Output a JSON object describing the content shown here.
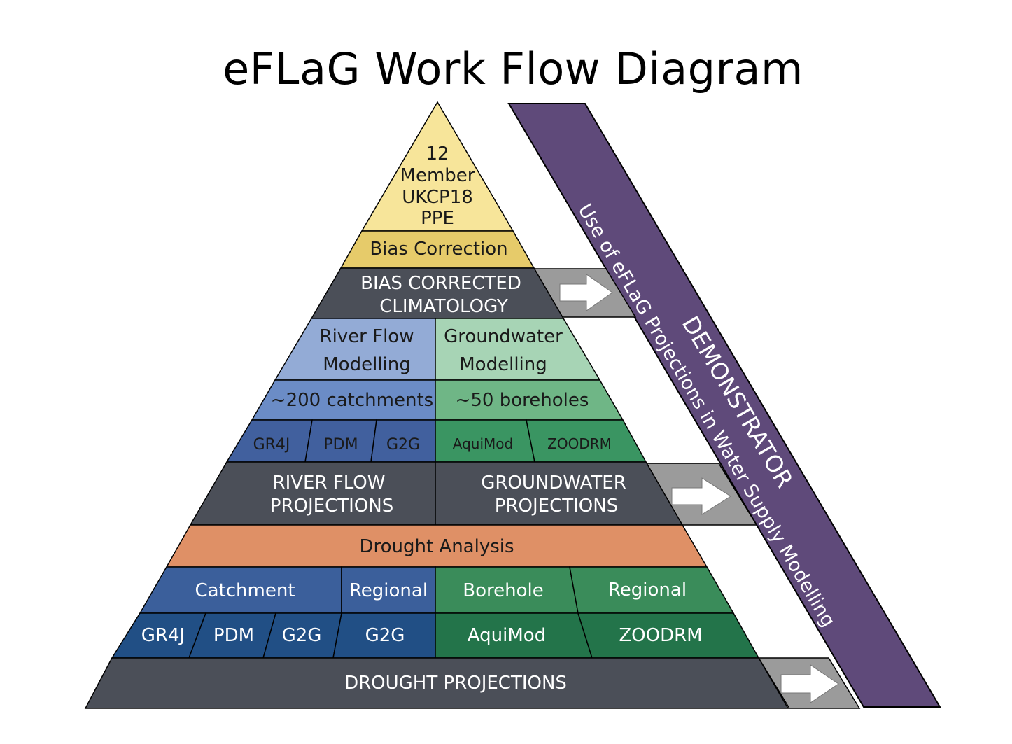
{
  "title": "eFLaG Work Flow Diagram",
  "apex": {
    "line1": "12",
    "line2": "Member",
    "line3": "UKCP18",
    "line4": "PPE"
  },
  "bias_correction": "Bias Correction",
  "bias_corrected": {
    "line1": "BIAS CORRECTED",
    "line2": "CLIMATOLOGY"
  },
  "river_modelling": {
    "line1": "River Flow",
    "line2": "Modelling"
  },
  "gw_modelling": {
    "line1": "Groundwater",
    "line2": "Modelling"
  },
  "catchments": "~200 catchments",
  "boreholes": "~50 boreholes",
  "river_models": [
    "GR4J",
    "PDM",
    "G2G"
  ],
  "gw_models": [
    "AquiMod",
    "ZOODRM"
  ],
  "river_projections": {
    "line1": "RIVER FLOW",
    "line2": "PROJECTIONS"
  },
  "gw_projections": {
    "line1": "GROUNDWATER",
    "line2": "PROJECTIONS"
  },
  "drought_analysis": "Drought Analysis",
  "drought_groups": {
    "catchment": "Catchment",
    "regional_river": "Regional",
    "borehole": "Borehole",
    "regional_gw": "Regional"
  },
  "drought_models": {
    "gr4j": "GR4J",
    "pdm": "PDM",
    "g2g": "G2G",
    "g2g_regional": "G2G",
    "aquimod": "AquiMod",
    "zoodrm": "ZOODRM"
  },
  "drought_projections": "DROUGHT PROJECTIONS",
  "demonstrator": {
    "title": "DEMONSTRATOR",
    "subtitle": "Use of eFLaG Projections in Water Supply Modelling"
  },
  "colors": {
    "apex": "#f7e59a",
    "bias": "#e6cb6a",
    "dark_band": "#4b4f58",
    "river_light": "#93abd6",
    "gw_light": "#a7d4b5",
    "river_mid": "#6b8cc6",
    "gw_mid": "#6fb686",
    "river_deep": "#41609e",
    "gw_deep": "#3a9562",
    "drought": "#df9066",
    "river_group": "#3b5f9b",
    "gw_group": "#3a8c5a",
    "river_models": "#214f85",
    "gw_models": "#23744a",
    "demonstrator": "#5f4a7a",
    "arrow_box": "#9b9b9b"
  }
}
